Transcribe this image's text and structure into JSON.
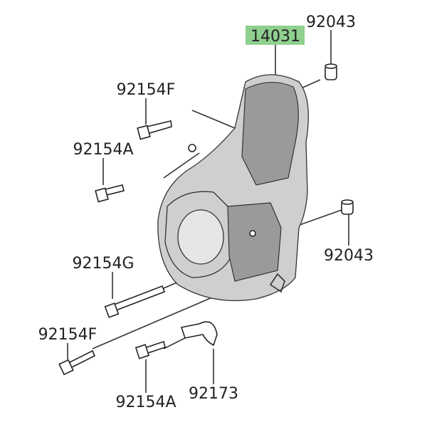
{
  "highlight_color": "#8fcf8f",
  "parts": [
    {
      "number": "92043",
      "highlighted": false
    },
    {
      "number": "14031",
      "highlighted": true
    },
    {
      "number": "92154F",
      "highlighted": false
    },
    {
      "number": "92154A",
      "highlighted": false
    },
    {
      "number": "92043",
      "highlighted": false
    },
    {
      "number": "92154G",
      "highlighted": false
    },
    {
      "number": "92154F",
      "highlighted": false
    },
    {
      "number": "92154A",
      "highlighted": false
    },
    {
      "number": "92173",
      "highlighted": false
    }
  ]
}
